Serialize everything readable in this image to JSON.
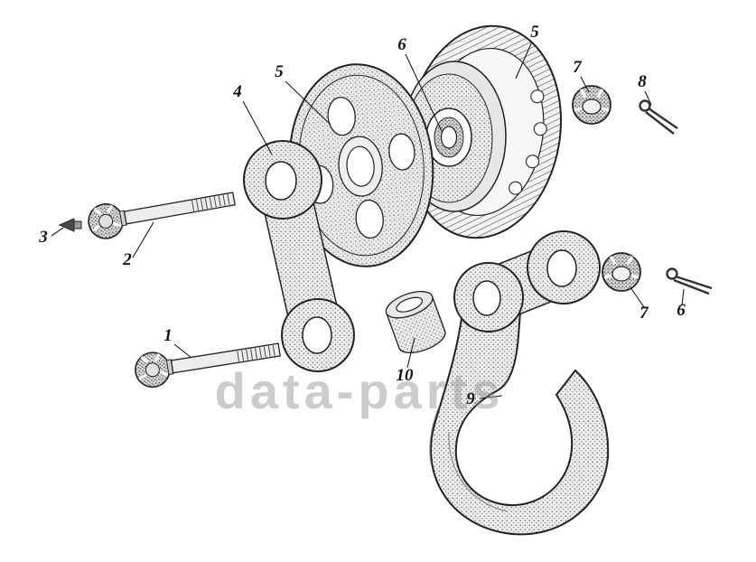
{
  "figure": {
    "watermark": "data-parts",
    "colors": {
      "paper": "#ffffff",
      "ink": "#1a1a1a",
      "watermark": "#909090"
    },
    "callouts": [
      {
        "label": "5"
      },
      {
        "label": "4"
      },
      {
        "label": "6"
      },
      {
        "label": "5"
      },
      {
        "label": "7"
      },
      {
        "label": "8"
      },
      {
        "label": "3"
      },
      {
        "label": "2"
      },
      {
        "label": "1"
      },
      {
        "label": "10"
      },
      {
        "label": "9"
      },
      {
        "label": "7"
      },
      {
        "label": "6"
      }
    ]
  }
}
